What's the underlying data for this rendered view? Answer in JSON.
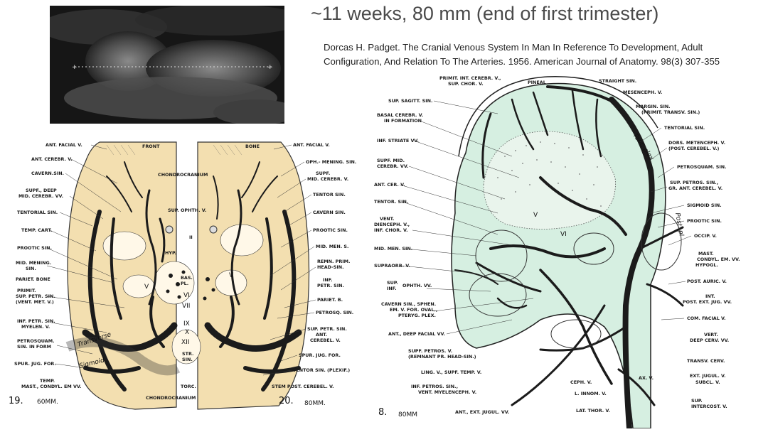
{
  "title": "~11 weeks, 80 mm (end of first trimester)",
  "citation": "Dorcas H. Padget. The Cranial Venous System In Man In Reference To Development, Adult Configuration, And Relation To The Arteries. 1956. American Journal of Anatomy. 98(3) 307-355",
  "fig19": {
    "number": "19.",
    "size": "60MM.",
    "labels": [
      "ANT. FACIAL V.",
      "ANT. CEREBR. V.",
      "CAVERN.SIN.",
      "SUPF., DEEP",
      "MID. CEREBR. VV.",
      "TENTORIAL SIN.",
      "TEMP. CART.",
      "PROOTIC SIN.",
      "MID. MENING.",
      "SIN.",
      "PARIET. BONE",
      "PRIMIT.",
      "SUP. PETR. SIN.",
      "(VENT. MET. V.)",
      "INF. PETR. SIN.",
      "MYELEN. V.",
      "PETROSQUAM.",
      "SIN. IN FORM",
      "SPUR. JUG. FOR.",
      "TEMP.",
      "MAST., CONDYL. EM VV."
    ],
    "inner": [
      "FRONT",
      "CHONDROCRANIUM",
      "SUP. OPHTH. V.",
      "II",
      "HYP.",
      "BAS.",
      "PL.",
      "VI",
      "VII",
      "IX",
      "X",
      "XII",
      "STR.",
      "SIN.",
      "TORC.",
      "CHONDROCRANIUM",
      "V",
      "Transverse",
      "Sigmoid"
    ]
  },
  "fig20": {
    "number": "20.",
    "size": "80MM.",
    "labels": [
      "ANT. FACIAL V.",
      "OPH.- MENING. SIN.",
      "SUPF.",
      "MID. CEREBR. V.",
      "TENTOR SIN.",
      "CAVERN SIN.",
      "PROOTIC SIN.",
      "MID. MEN. S.",
      "REMN. PRIM.",
      "HEAD-SIN.",
      "INF.",
      "PETR. SIN.",
      "PARIET. B.",
      "PETROSQ. SIN.",
      "SUP. PETR. SIN.",
      "ANT.",
      "CEREBEL. V.",
      "SPUR. JUG. FOR.",
      "TENTOR SIN. (PLEXIF.)",
      "STEM POST. CEREBEL. V."
    ],
    "inner": [
      "BONE",
      "V"
    ]
  },
  "fig8": {
    "number": "8.",
    "size": "80MM",
    "left_labels": [
      "PRIMIT. INT. CEREBR. V.,",
      "SUP. CHOR. V.",
      "SUP. SAGITT. SIN.",
      "BASAL CEREBR. V.",
      "IN FORMATION",
      "INF. STRIATE VV.",
      "SUPF. MID.",
      "CEREBR. VV.",
      "ANT. CER. V.",
      "TENTOR. SIN.",
      "VENT.",
      "DIENCEPH. V.,",
      "INF. CHOR. V.",
      "MID. MEN. SIN.",
      "SUPRAORB. V.",
      "SUP.",
      "INF.",
      "OPHTH. VV.",
      "CAVERN SIN., SPHEN.",
      "EM. V. FOR. OVAL.,",
      "PTERYG. PLEX.",
      "ANT., DEEP FACIAL VV.",
      "SUPF. PETROS. V.",
      "(REMNANT PR. HEAD-SIN.)",
      "LING. V., SUPF. TEMP. V.",
      "INF. PETROS. SIN.,",
      "VENT. MYELENCEPH. V.",
      "ANT., EXT. JUGUL. VV."
    ],
    "top_labels": [
      "PINEAL",
      "STRAIGHT SIN.",
      "MESENCEPH. V."
    ],
    "right_labels": [
      "MARGIN. SIN.",
      "(PRIMIT. TRANSV. SIN.)",
      "TENTORIAL SIN.",
      "DORS. METENCEPH. V.",
      "(POST. CEREBEL. V.)",
      "PETROSQUAM. SIN.",
      "SUP. PETROS. SIN.,",
      "GR. ANT. CEREBEL. V.",
      "SIGMOID SIN.",
      "PROOTIC SIN.",
      "OCCIP. V.",
      "MAST.",
      "CONDYL. EM. VV.",
      "HYPOGL.",
      "POST. AURIC. V.",
      "INT.",
      "POST. EXT. JUG. VV.",
      "COM. FACIAL V.",
      "VERT.",
      "DEEP CERV. VV.",
      "TRANSV. CERV.",
      "EXT. JUGUL. V.",
      "SUBCL. V.",
      "SUP.",
      "INTERCOST. V."
    ],
    "bottom_labels": [
      "CEPH. V.",
      "L. INNOM. V.",
      "AX. V.",
      "LAT. THOR. V."
    ],
    "inner": [
      "Tent. plex",
      "Post. pl",
      "V",
      "VI"
    ]
  },
  "colors": {
    "skull_fill": "#f3dfb0",
    "vessel": "#1b1b1b",
    "mint": "#d6efe1",
    "title": "#4a4a4a"
  }
}
